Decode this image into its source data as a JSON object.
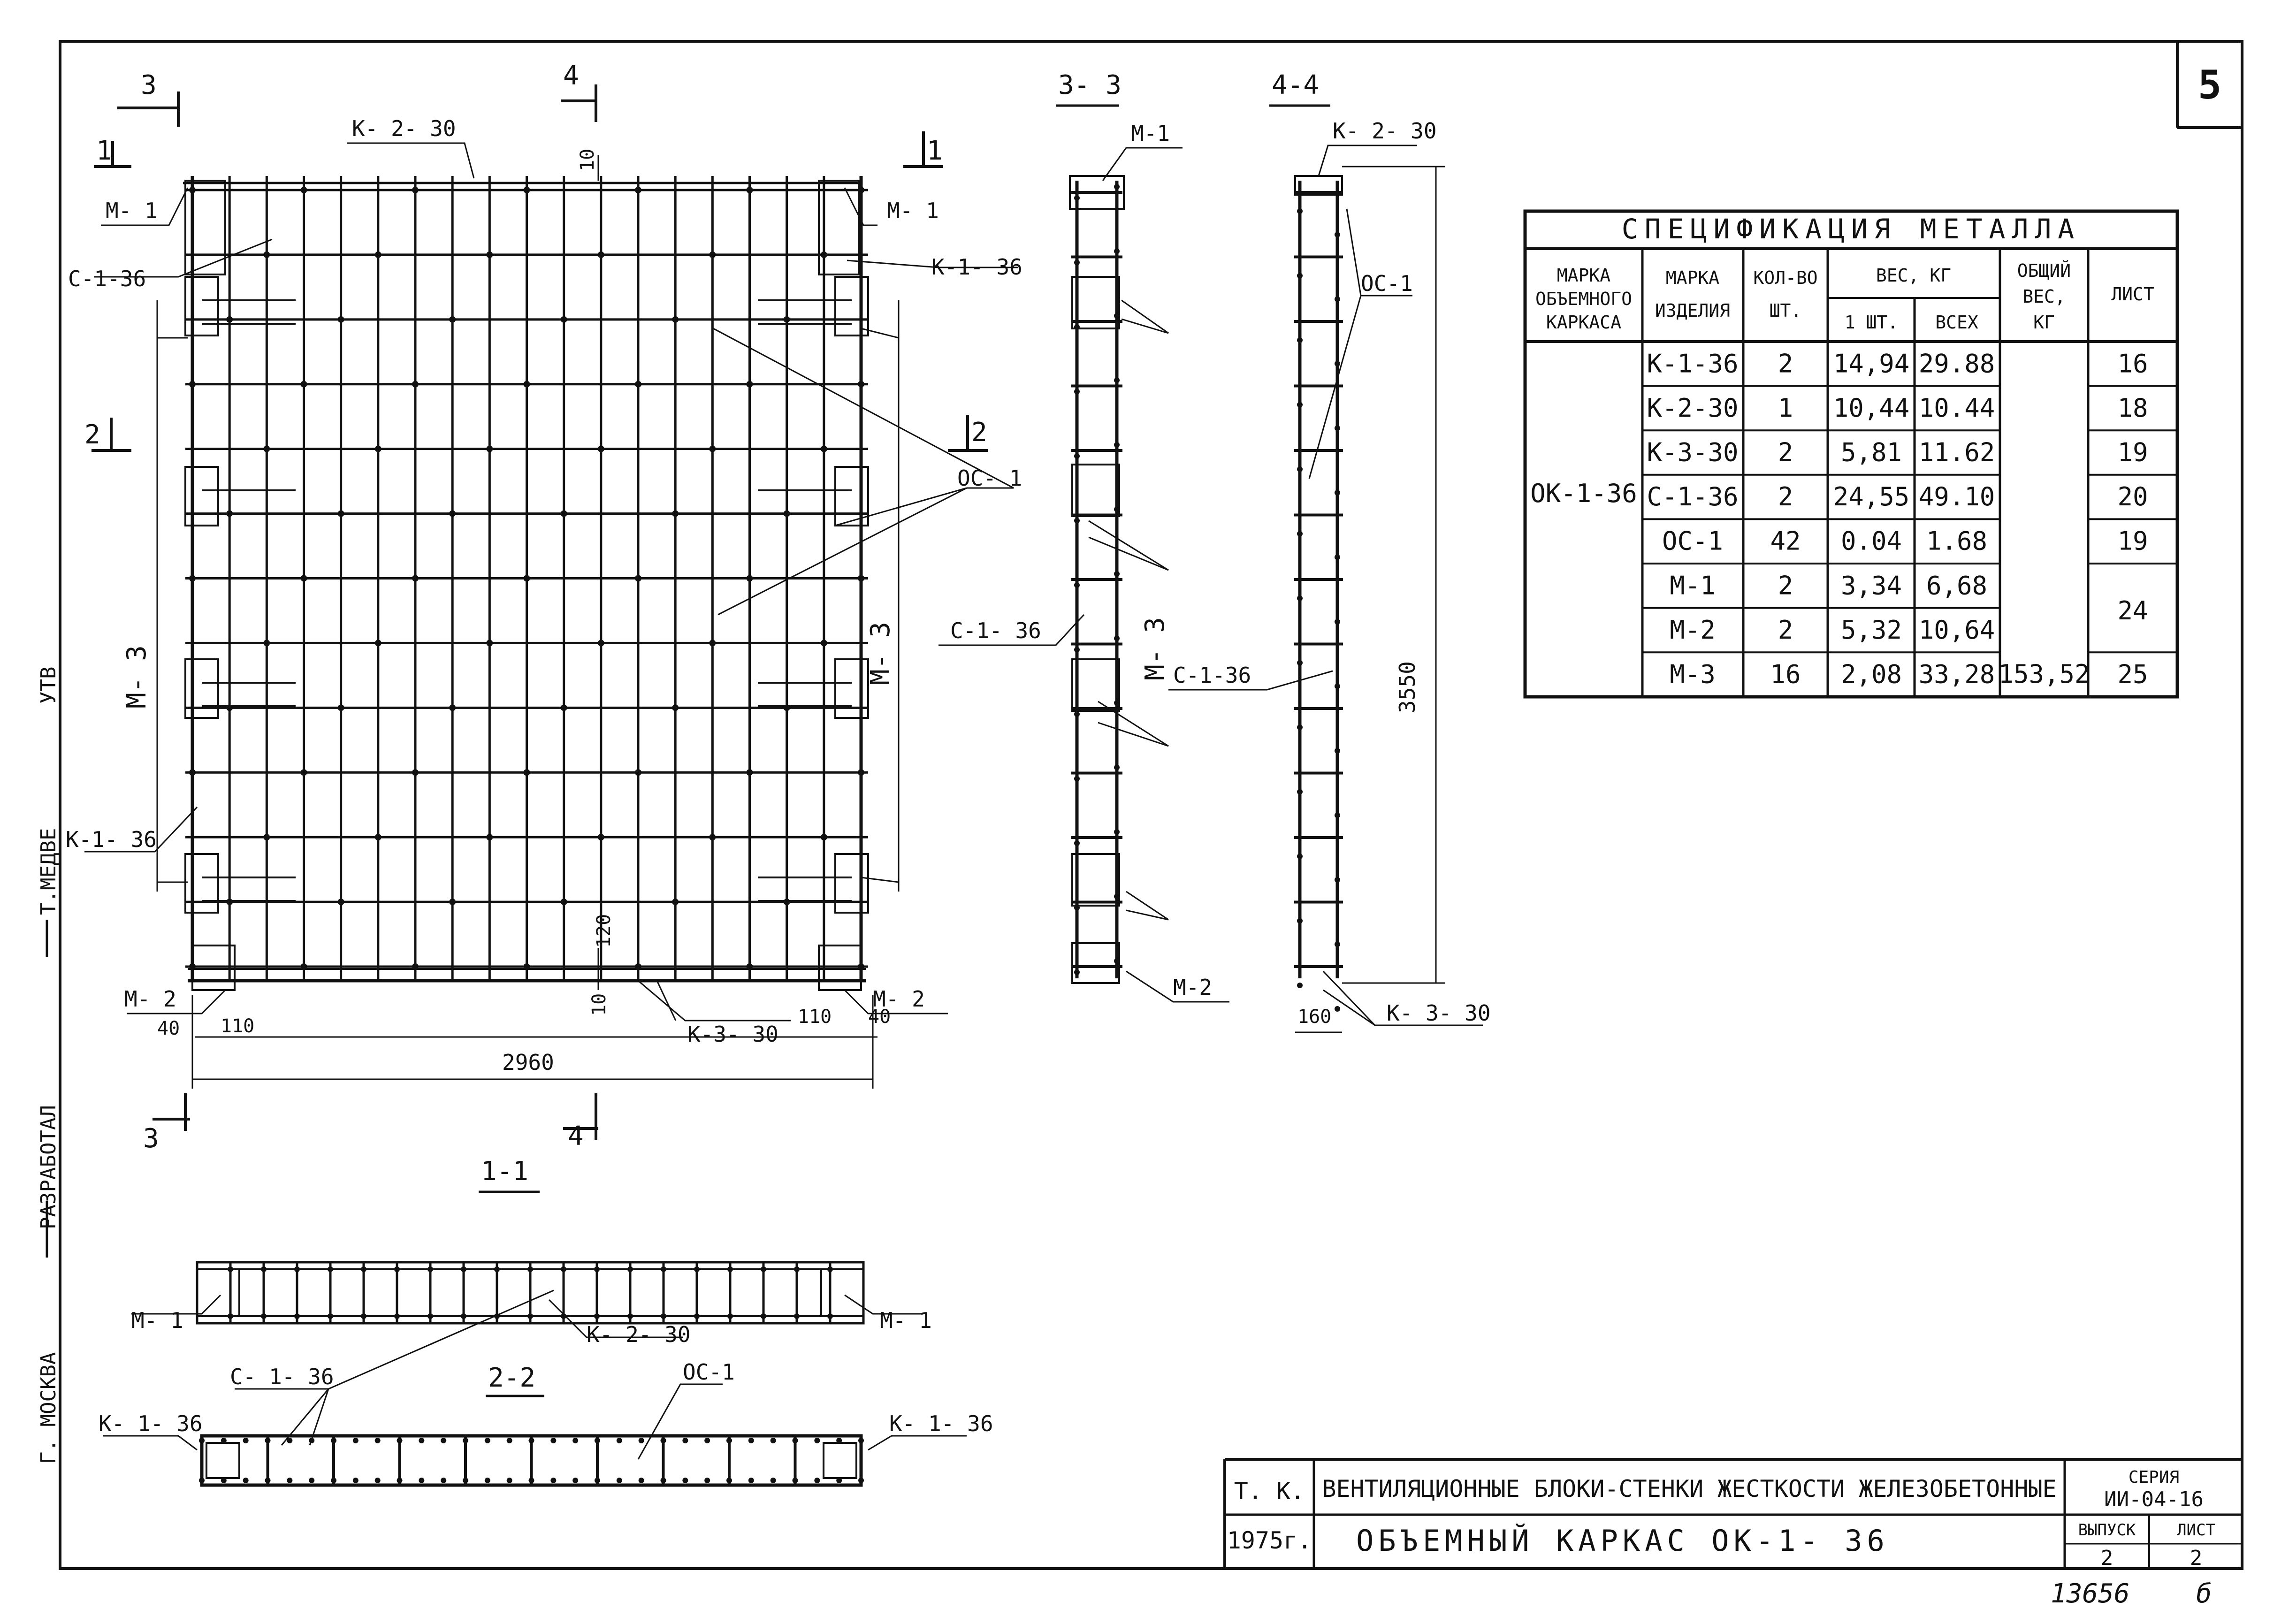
{
  "sheet": {
    "sheet_number": "5",
    "archive_number": "13656",
    "archive_sheet": "б",
    "side_stamp": {
      "city": "Г. МОСКВА",
      "developed": "РАЗРАБОТАЛ",
      "checked": "Т.МЕДВЕ",
      "approved": "УТВ"
    }
  },
  "drawing": {
    "section_marks": {
      "s1": "1",
      "s2": "2",
      "s3": "3",
      "s4": "4"
    },
    "main_view_labels": {
      "k230": "К- 2- 30",
      "m1": "М- 1",
      "c136": "С-1-36",
      "k136": "К-1- 36",
      "oc1": "ОС- 1",
      "m3": "М- 3",
      "m2": "М- 2",
      "k330": "К-3- 30"
    },
    "main_view_dims": {
      "d10": "10",
      "d120": "120",
      "d40": "40",
      "d110": "110",
      "d2960": "2960"
    },
    "views": {
      "v33": "3- 3",
      "v44": "4-4",
      "v11": "1-1",
      "v22": "2-2"
    },
    "view33_labels": {
      "m1": "М-1",
      "c136": "С-1- 36",
      "m3": "М- 3",
      "m2": "М-2"
    },
    "view44_labels": {
      "k230": "К- 2- 30",
      "oc1": "ОС-1",
      "c136": "С-1-36",
      "d3550": "3550",
      "d160": "160",
      "k330": "К- 3- 30"
    },
    "view11_labels": {
      "m1": "М- 1",
      "k230": "К- 2- 30"
    },
    "view22_labels": {
      "c136": "С- 1- 36",
      "oc1": "ОС-1",
      "k136": "К- 1- 36"
    }
  },
  "spec": {
    "title": "СПЕЦИФИКАЦИЯ   МЕТАЛЛА",
    "headers": {
      "frame_mark": [
        "МАРКА",
        "ОБЪЕМНОГО",
        "КАРКАСА"
      ],
      "item_mark": [
        "МАРКА",
        "ИЗДЕЛИЯ"
      ],
      "qty": [
        "КОЛ-ВО",
        "ШТ."
      ],
      "weight": "ВЕС, КГ",
      "weight_one": "1 ШТ.",
      "weight_all": "ВСЕХ",
      "total": [
        "ОБЩИЙ",
        "ВЕС,",
        "КГ"
      ],
      "sheet": "ЛИСТ"
    },
    "frame": "ОК-1-36",
    "total_weight": "153,52",
    "rows": [
      {
        "mark": "К-1-36",
        "qty": "2",
        "one": "14,94",
        "all": "29.88",
        "sheet": "16"
      },
      {
        "mark": "К-2-30",
        "qty": "1",
        "one": "10,44",
        "all": "10.44",
        "sheet": "18"
      },
      {
        "mark": "К-3-30",
        "qty": "2",
        "one": "5,81",
        "all": "11.62",
        "sheet": "19"
      },
      {
        "mark": "С-1-36",
        "qty": "2",
        "one": "24,55",
        "all": "49.10",
        "sheet": "20"
      },
      {
        "mark": "ОС-1",
        "qty": "42",
        "one": "0.04",
        "all": "1.68",
        "sheet": "19"
      },
      {
        "mark": "М-1",
        "qty": "2",
        "one": "3,34",
        "all": "6,68",
        "sheet": "24"
      },
      {
        "mark": "М-2",
        "qty": "2",
        "one": "5,32",
        "all": "10,64",
        "sheet": ""
      },
      {
        "mark": "М-3",
        "qty": "16",
        "one": "2,08",
        "all": "33,28",
        "sheet": "25"
      }
    ]
  },
  "title_block": {
    "org": "Т. К.",
    "year": "1975г.",
    "subject": "ВЕНТИЛЯЦИОННЫЕ БЛОКИ-СТЕНКИ ЖЕСТКОСТИ ЖЕЛЕЗОБЕТОННЫЕ",
    "drawing_title": "ОБЪЕМНЫЙ  КАРКАС  ОК-1- 36",
    "series_label": "СЕРИЯ",
    "series": "ИИ-04-16",
    "issue_label": "ВЫПУСК",
    "issue": "2",
    "sheet_label": "ЛИСТ",
    "sheet": "2"
  }
}
